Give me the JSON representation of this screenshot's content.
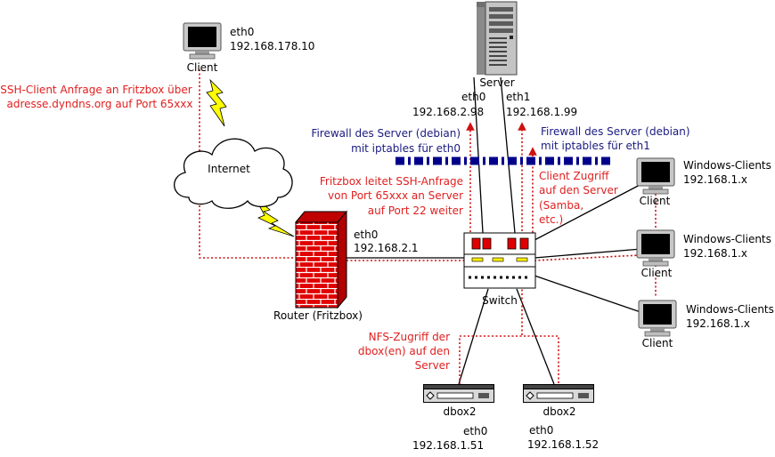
{
  "client_top": {
    "name": "Client",
    "iface": "eth0",
    "ip": "192.168.178.10"
  },
  "ssh_request": {
    "line1": "SSH-Client Anfrage an Fritzbox über",
    "line2": "adresse.dyndns.org auf Port 65xxx"
  },
  "internet": {
    "label": "Internet"
  },
  "router": {
    "label": "Router (Fritzbox)",
    "iface": "eth0",
    "ip": "192.168.2.1"
  },
  "fritz_forward": {
    "line1": "Fritzbox leitet SSH-Anfrage",
    "line2": "von Port 65xxx an Server",
    "line3": "auf Port 22 weiter"
  },
  "server": {
    "label": "Server",
    "eth0": {
      "iface": "eth0",
      "ip": "192.168.2.98"
    },
    "eth1": {
      "iface": "eth1",
      "ip": "192.168.1.99"
    }
  },
  "firewall_eth0": {
    "line1": "Firewall des Server (debian)",
    "line2": "mit iptables für eth0"
  },
  "firewall_eth1": {
    "line1": "Firewall des Server (debian)",
    "line2": "mit iptables für eth1"
  },
  "client_access": {
    "line1": "Client Zugriff",
    "line2": "auf den Server",
    "line3": "(Samba,",
    "line4": "etc.)"
  },
  "switch": {
    "label": "Switch"
  },
  "windows_clients": [
    {
      "title": "Windows-Clients",
      "ip": "192.168.1.x",
      "name": "Client"
    },
    {
      "title": "Windows-Clients",
      "ip": "192.168.1.x",
      "name": "Client"
    },
    {
      "title": "Windows-Clients",
      "ip": "192.168.1.x",
      "name": "Client"
    }
  ],
  "nfs_access": {
    "line1": "NFS-Zugriff der",
    "line2": "dbox(en) auf den",
    "line3": "Server"
  },
  "dbox_left": {
    "label": "dbox2",
    "iface": "eth0",
    "ip": "192.168.1.51"
  },
  "dbox_right": {
    "label": "dbox2",
    "iface": "eth0",
    "ip": "192.168.1.52"
  },
  "colors": {
    "annotation": "#e02020",
    "firewall": "#1a1a80",
    "firewall_bar": "#00008b",
    "lightning": "#ffff00",
    "brick": "#e00000"
  },
  "icons": [
    "monitor-icon",
    "tower-server-icon",
    "cloud-icon",
    "lightning-icon",
    "firewall-icon",
    "switch-icon",
    "dbox-icon"
  ]
}
